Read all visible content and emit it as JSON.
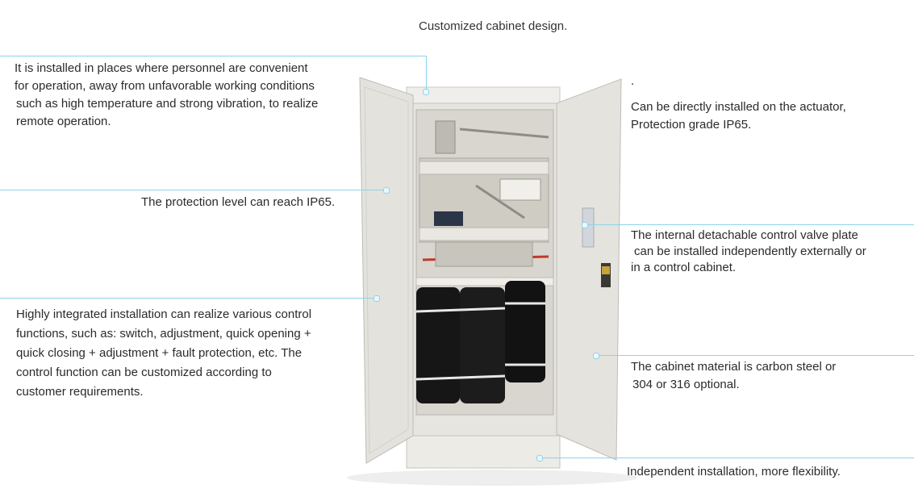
{
  "title": "Customized cabinet design.",
  "stray_mark": ".",
  "annotations": {
    "location": [
      "It is installed in places where personnel are convenient",
      "for operation, away from unfavorable working conditions",
      "such as high temperature and strong vibration, to realize",
      "remote operation."
    ],
    "protection_level": "The protection level can reach IP65.",
    "integration": [
      "Highly integrated installation can realize various control",
      "functions, such as: switch, adjustment, quick opening +",
      "quick closing + adjustment + fault protection, etc. The",
      "control function can be customized according to",
      "customer  requirements."
    ],
    "actuator": [
      "Can be directly installed on the actuator,",
      "Protection grade IP65."
    ],
    "valve_plate": [
      "The internal detachable control valve plate",
      "can be  installed independently externally or",
      "in a control cabinet."
    ],
    "material": [
      "The cabinet material is carbon steel or",
      "304 or 316 optional."
    ],
    "independent": "Independent installation, more flexibility."
  },
  "colors": {
    "leader_line": "#8fd3ea",
    "cabinet_body": "#e9e8e3",
    "door": "#e3e2dc",
    "cylinder": "#141414"
  }
}
